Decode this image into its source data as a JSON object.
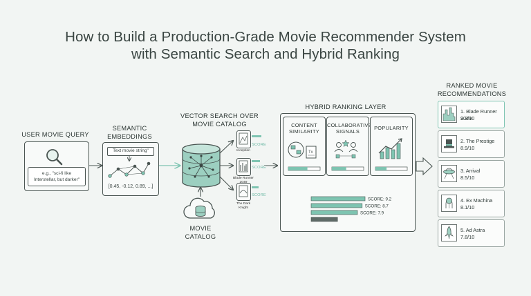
{
  "title_line1": "How to Build a Production-Grade Movie Recommender System",
  "title_line2": "with Semantic Search and Hybrid Ranking",
  "query": {
    "label": "USER MOVIE QUERY",
    "example": "e.g., \"sci-fi like\nInterstellar, but darker\""
  },
  "embeddings": {
    "label": "SEMANTIC\nEMBEDDINGS",
    "string": "Text movie string\"",
    "vector": "[0.45, -0.12, 0.89, ...]"
  },
  "vector_search": {
    "label": "VECTOR SEARCH OVER\nMOVIE CATALOG",
    "candidates": [
      {
        "name": "Inception",
        "score": "SCORE"
      },
      {
        "name": "Blade Runner\n2049",
        "score": "SCORE"
      },
      {
        "name": "The Dark\nKnight",
        "score": "SCORE"
      }
    ]
  },
  "catalog": {
    "label": "MOVIE\nCATALOG"
  },
  "ranking": {
    "label": "HYBRID RANKING LAYER",
    "signals": [
      {
        "label": "CONTENT\nSIMILARITY",
        "icon": "content-similarity-icon",
        "fill": 0.6
      },
      {
        "label": "COLLABORATIVE\nSIGNALS",
        "icon": "collaborative-signals-icon",
        "fill": 0.45
      },
      {
        "label": "POPULARITY",
        "icon": "popularity-icon",
        "fill": 0.35
      }
    ],
    "scores": [
      {
        "text": "SCORE: 9.2",
        "value": 9.2
      },
      {
        "text": "SCORE: 8.7",
        "value": 8.7
      },
      {
        "text": "SCORE: 7.9",
        "value": 7.9
      },
      {
        "text": "",
        "value": 4.5
      }
    ]
  },
  "recommendations": {
    "label": "RANKED MOVIE\nRECOMMENDATIONS",
    "items": [
      {
        "title": "1. Blade Runner 2049",
        "rating": "9.3/10",
        "icon": "city-skyline-icon"
      },
      {
        "title": "2. The Prestige",
        "rating": "8.9/10",
        "icon": "top-hat-icon"
      },
      {
        "title": "3. Arrival",
        "rating": "8.5/10",
        "icon": "spaceship-icon"
      },
      {
        "title": "4. Ex Machina",
        "rating": "8.1/10",
        "icon": "robot-head-icon"
      },
      {
        "title": "5. Ad Astra",
        "rating": "7.8/10",
        "icon": "rocket-icon"
      }
    ]
  },
  "colors": {
    "accent": "#7ec4b1",
    "accent_dark": "#5ba896",
    "outline": "#4a5552"
  }
}
